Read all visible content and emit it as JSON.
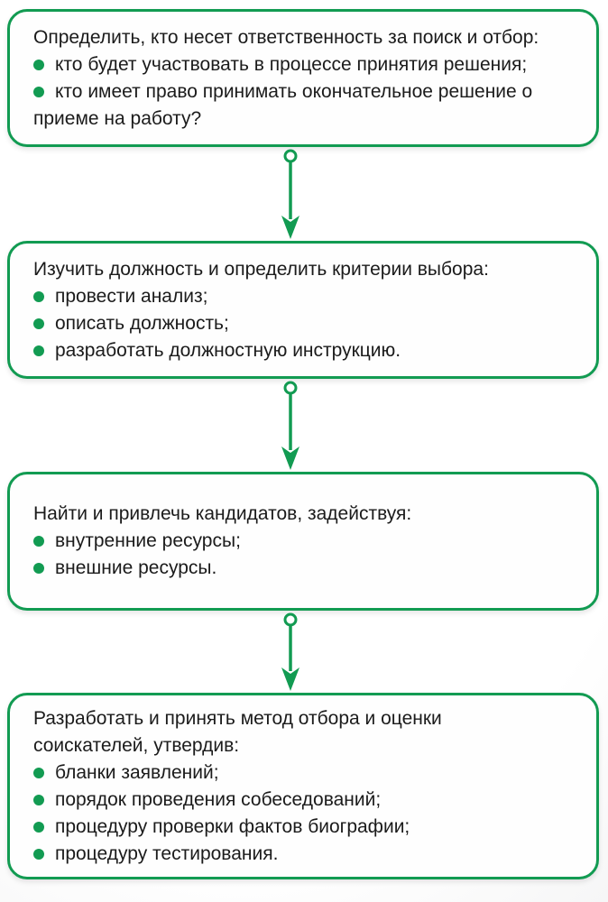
{
  "colors": {
    "accent_green": "#129b52",
    "text": "#1b1b1b",
    "box_background": "#fefefe",
    "page_background": "#ffffff"
  },
  "diagram": {
    "type": "flowchart",
    "direction": "top-to-bottom",
    "connector_style": "circle-tail line with solid barbed arrowhead"
  },
  "steps": [
    {
      "title": "Определить, кто несет ответственность за поиск и отбор:",
      "items": [
        "кто будет участвовать в процессе принятия решения;",
        "кто имеет право принимать окончательное решение о приеме на работу?"
      ]
    },
    {
      "title": "Изучить должность и определить критерии выбора:",
      "items": [
        "провести анализ;",
        "описать должность;",
        "разработать должностную инструкцию."
      ]
    },
    {
      "title": "Найти и привлечь кандидатов, задействуя:",
      "items": [
        "внутренние ресурсы;",
        "внешние ресурсы."
      ]
    },
    {
      "title": "Разработать и принять метод отбора и оценки соискателей, утвердив:",
      "items": [
        "бланки заявлений;",
        "порядок проведения собеседований;",
        "процедуру проверки фактов биографии;",
        "процедуру тестирования."
      ]
    }
  ]
}
